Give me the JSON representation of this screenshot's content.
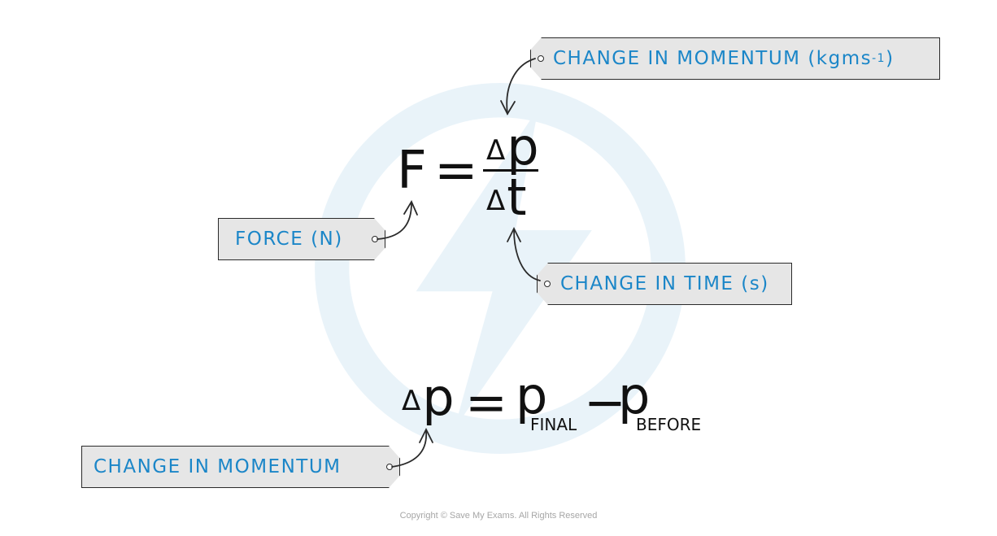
{
  "labels": {
    "momentum_top": "CHANGE IN MOMENTUM (kgms",
    "momentum_top_sup": "-1",
    "momentum_top_close": ")",
    "force": "FORCE (N)",
    "time": "CHANGE IN TIME (s)",
    "momentum_bottom": "CHANGE IN MOMENTUM"
  },
  "equation1": {
    "lhs": "F",
    "equals": "=",
    "numerator_symbol": "Δ",
    "numerator_var": "p",
    "denominator_symbol": "Δ",
    "denominator_var": "t"
  },
  "equation2": {
    "delta": "Δ",
    "lhs_var": "p",
    "equals": "=",
    "term1": "p",
    "term1_sub": "FINAL",
    "minus": "−",
    "term2": "p",
    "term2_sub": "BEFORE"
  },
  "footer": {
    "copyright": "Copyright © Save My Exams. All Rights Reserved"
  },
  "colors": {
    "label_text": "#1b86c8",
    "tag_fill": "#e6e6e6",
    "ink": "#111111"
  }
}
